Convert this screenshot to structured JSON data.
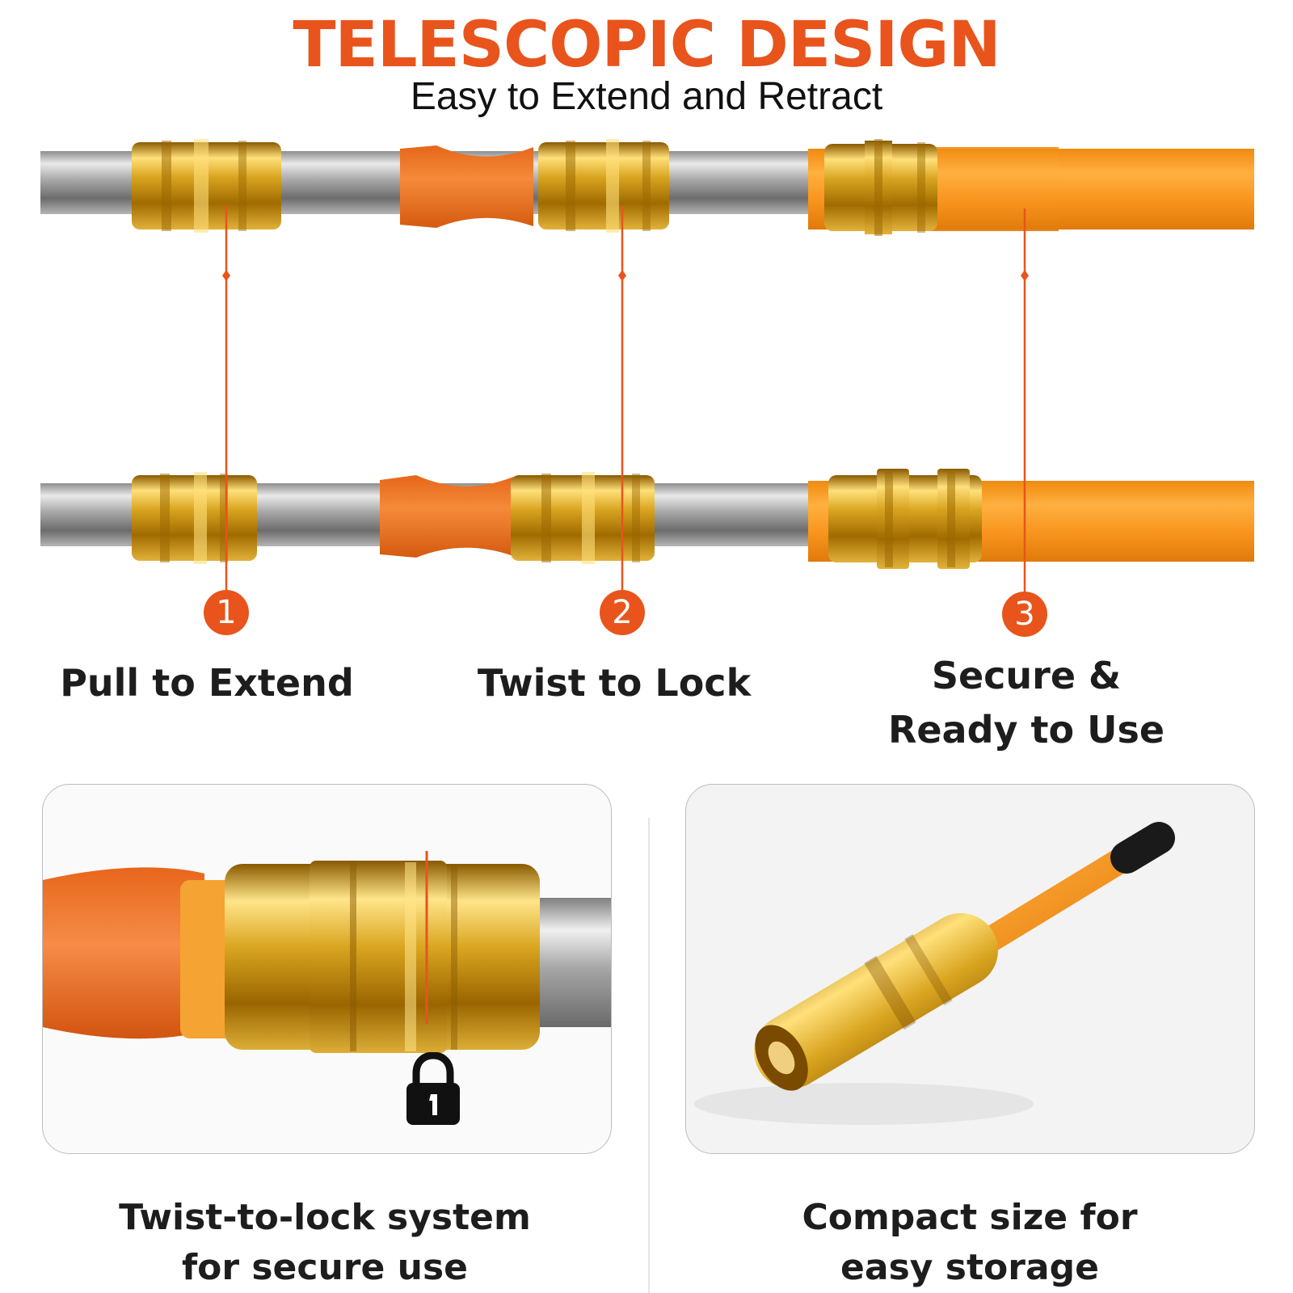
{
  "header": {
    "title": "TELESCOPIC DESIGN",
    "subtitle": "Easy to Extend and Retract"
  },
  "steps": [
    {
      "number": "1",
      "label": "Pull to Extend"
    },
    {
      "number": "2",
      "label": "Twist to Lock"
    },
    {
      "number": "3",
      "label_line1": "Secure &",
      "label_line2": "Ready to Use"
    }
  ],
  "features": [
    {
      "caption_line1": "Twist-to-lock system",
      "caption_line2": "for secure use"
    },
    {
      "caption_line1": "Compact size for",
      "caption_line2": "easy storage"
    }
  ],
  "colors": {
    "accent": "#e8541c",
    "pole_orange": "#f7941d",
    "gold": "#d9a520",
    "steel": "#b9b9b9"
  },
  "icons": {
    "lock": "padlock-icon"
  }
}
